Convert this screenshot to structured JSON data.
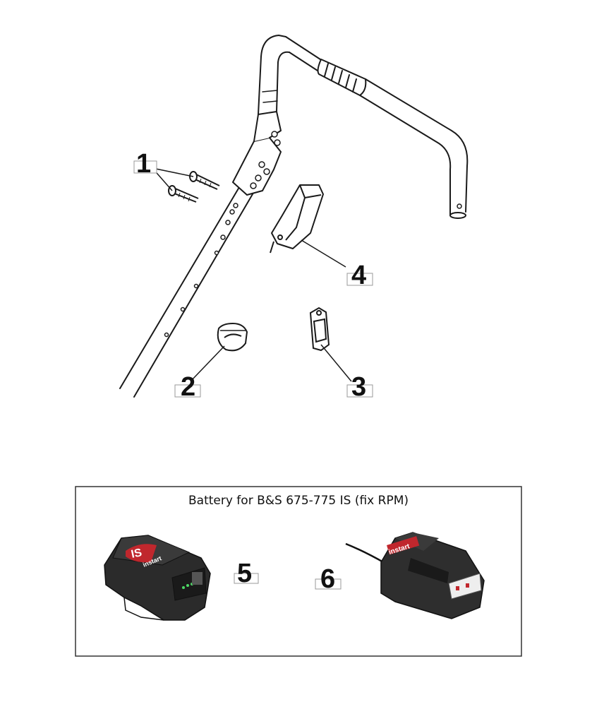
{
  "callouts": [
    {
      "id": "1",
      "label": "1"
    },
    {
      "id": "2",
      "label": "2"
    },
    {
      "id": "3",
      "label": "3"
    },
    {
      "id": "4",
      "label": "4"
    },
    {
      "id": "5",
      "label": "5"
    },
    {
      "id": "6",
      "label": "6"
    }
  ],
  "battery_box": {
    "title": "Battery for B&S 675-775 IS (fix RPM)"
  },
  "branding": {
    "battery_badge": "IS",
    "battery_logo": "instart",
    "charger_logo": "instart"
  },
  "colors": {
    "line": "#1a1a1a",
    "part_fill": "#ffffff",
    "battery_body": "#2b2b2b",
    "accent_red": "#c0272d",
    "led_green": "#4cd964"
  }
}
